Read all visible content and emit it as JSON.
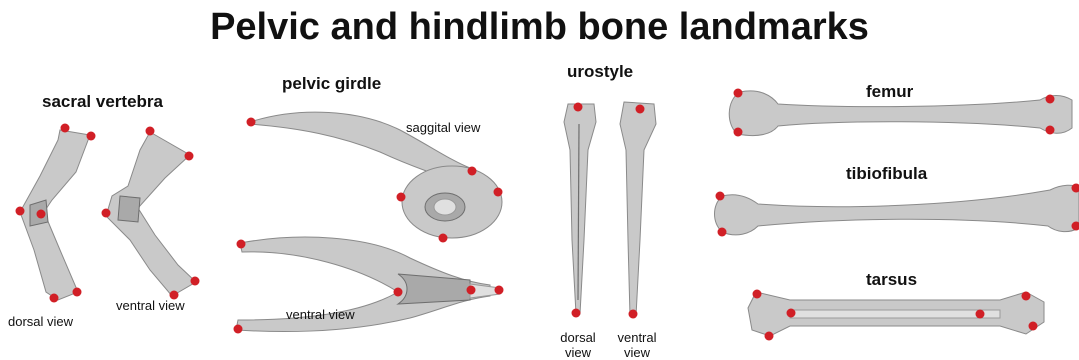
{
  "title": "Pelvic and hindlimb bone landmarks",
  "sections": {
    "sacral": {
      "title": "sacral vertebra",
      "dorsal": "dorsal view",
      "ventral": "ventral view"
    },
    "pelvic": {
      "title": "pelvic girdle",
      "saggital": "saggital view",
      "ventral": "ventral view"
    },
    "urostyle": {
      "title": "urostyle",
      "dorsal": "dorsal view",
      "ventral": "ventral view"
    },
    "femur": {
      "title": "femur"
    },
    "tibiofibula": {
      "title": "tibiofibula"
    },
    "tarsus": {
      "title": "tarsus"
    }
  },
  "colors": {
    "landmark": "#d11f26",
    "bone": "#c9c9c9",
    "bone_shadow": "#8a8a8a"
  }
}
